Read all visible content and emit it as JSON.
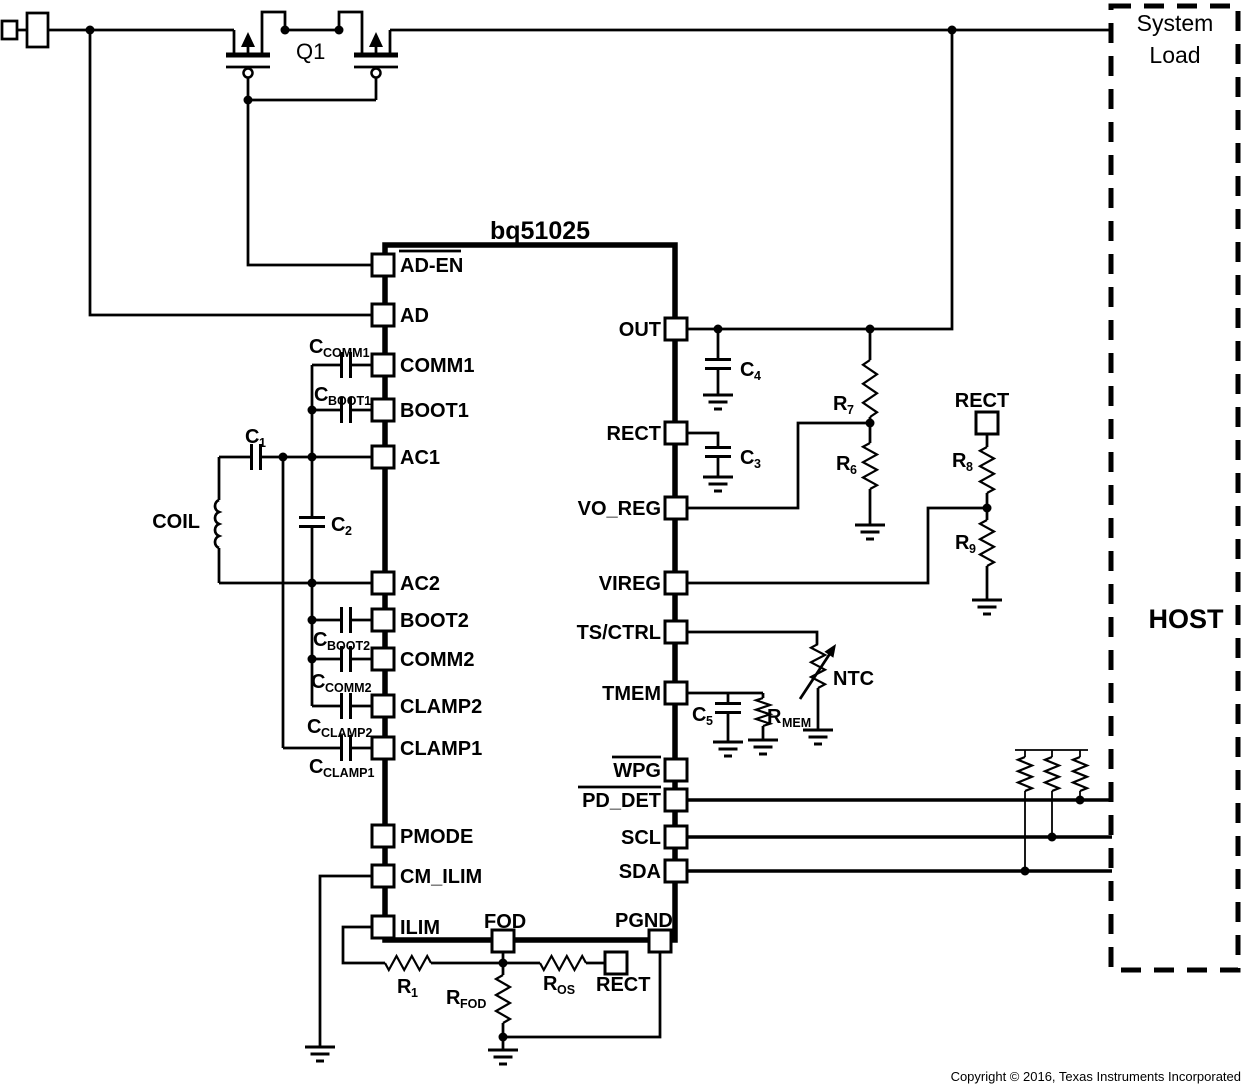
{
  "diagram": {
    "title": "bq51025",
    "q1_label": "Q1",
    "coil_label": "COIL",
    "ntc_label": "NTC",
    "system_load_line1": "System",
    "system_load_line2": "Load",
    "host_label": "HOST",
    "copyright": "Copyright © 2016, Texas Instruments Incorporated"
  },
  "ic": {
    "left_pins": [
      "AD-EN",
      "AD",
      "COMM1",
      "BOOT1",
      "AC1",
      "AC2",
      "BOOT2",
      "COMM2",
      "CLAMP2",
      "CLAMP1",
      "PMODE",
      "CM_ILIM",
      "ILIM"
    ],
    "bottom_pins": [
      "FOD",
      "PGND"
    ],
    "right_pins": [
      "OUT",
      "RECT",
      "VO_REG",
      "VIREG",
      "TS/CTRL",
      "TMEM",
      "WPG",
      "PD_DET",
      "SCL",
      "SDA"
    ]
  },
  "components": {
    "c1": {
      "base": "C",
      "sub": "1"
    },
    "c2": {
      "base": "C",
      "sub": "2"
    },
    "c3": {
      "base": "C",
      "sub": "3"
    },
    "c4": {
      "base": "C",
      "sub": "4"
    },
    "c5": {
      "base": "C",
      "sub": "5"
    },
    "ccomm1": {
      "base": "C",
      "sub": "COMM1"
    },
    "cboot1": {
      "base": "C",
      "sub": "BOOT1"
    },
    "cboot2": {
      "base": "C",
      "sub": "BOOT2"
    },
    "ccomm2": {
      "base": "C",
      "sub": "COMM2"
    },
    "cclamp2": {
      "base": "C",
      "sub": "CLAMP2"
    },
    "cclamp1": {
      "base": "C",
      "sub": "CLAMP1"
    },
    "r1": {
      "base": "R",
      "sub": "1"
    },
    "r6": {
      "base": "R",
      "sub": "6"
    },
    "r7": {
      "base": "R",
      "sub": "7"
    },
    "r8": {
      "base": "R",
      "sub": "8"
    },
    "r9": {
      "base": "R",
      "sub": "9"
    },
    "rfod": {
      "base": "R",
      "sub": "FOD"
    },
    "ros": {
      "base": "R",
      "sub": "OS"
    },
    "rmem": {
      "base": "R",
      "sub": "MEM"
    },
    "rect_terminal_top": "RECT",
    "rect_terminal_bottom": "RECT"
  }
}
